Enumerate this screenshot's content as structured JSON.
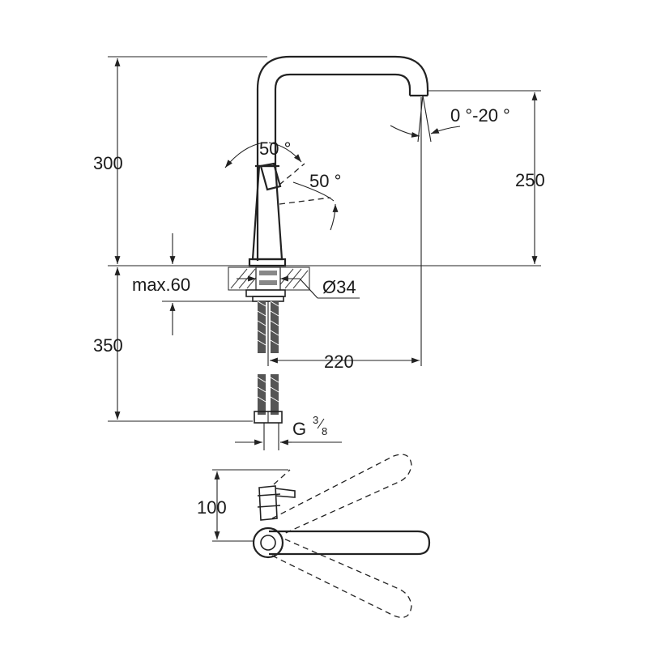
{
  "dimensions": {
    "height_above_deck": "300",
    "spout_height": "250",
    "handle_angle": "50 °",
    "lever_angle": "50 °",
    "spout_tilt": "0 °-20 °",
    "max_deck_thickness": "max.60",
    "hole_diameter": "Ø34",
    "hose_length": "350",
    "spout_reach": "220",
    "thread_base": "G",
    "thread_num": "3",
    "thread_den": "8",
    "plan_offset": "100"
  }
}
